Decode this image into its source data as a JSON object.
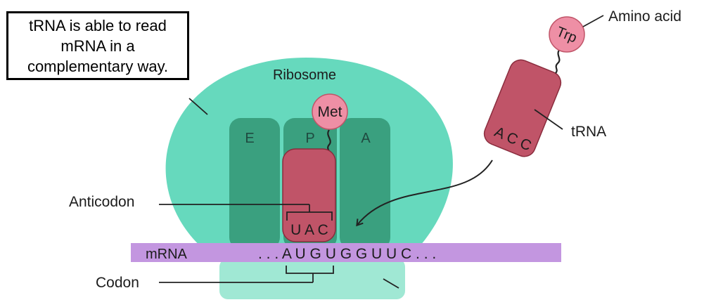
{
  "note": "tRNA is able to read mRNA in a complementary way.",
  "labels": {
    "ribosome": "Ribosome",
    "amino_acid": "Amino acid",
    "trna": "tRNA",
    "anticodon": "Anticodon",
    "codon": "Codon",
    "mrna": "mRNA"
  },
  "sites": [
    "E",
    "P",
    "A"
  ],
  "bound_trna": {
    "amino_acid": "Met",
    "anticodon": "U A C"
  },
  "incoming_trna": {
    "amino_acid": "Trp",
    "anticodon": "A C C"
  },
  "mrna_sequence": ". . . A U G U G G U U C . . .",
  "colors": {
    "ribosome_large": "#66d9bd",
    "ribosome_small": "#a0e8d4",
    "sites": "#3aa07f",
    "trna": "#c05468",
    "amino_acid": "#ee8fa5",
    "mrna": "#c396e0"
  }
}
